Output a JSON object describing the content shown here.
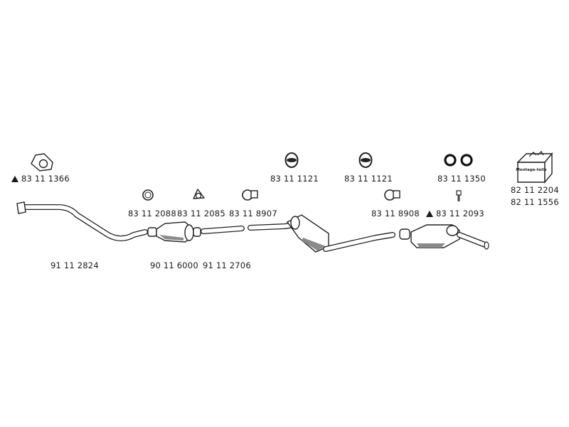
{
  "parts": {
    "flange_gasket": "83 11 1366",
    "hanger_1": "83 11 1121",
    "hanger_2": "83 11 1121",
    "ring_pair": "83 11 1350",
    "mounting_kit_1": "82 11 2204",
    "mounting_kit_2": "82 11 1556",
    "ring_seal": "83 11 2088",
    "triangular_gasket": "83 11 2085",
    "clamp_1": "83 11 8907",
    "clamp_2": "83 11 8908",
    "bolt": "83 11 2093",
    "front_pipe": "91 11 2824",
    "catalytic_converter": "90 11 6000",
    "intermediate_pipe": "91 11 2706"
  },
  "kit_box_label": "Montage-teile"
}
